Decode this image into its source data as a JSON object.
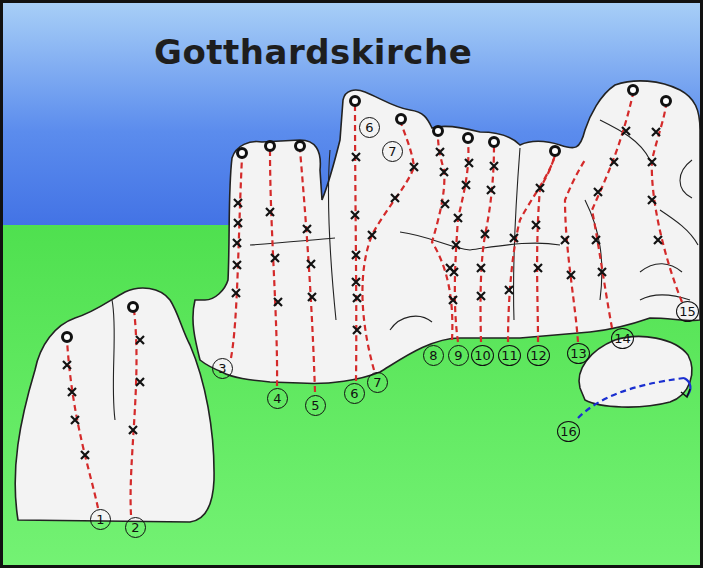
{
  "diagram": {
    "title": "Gotthardskirche",
    "labels": [
      "6",
      "7",
      "3",
      "15",
      "8",
      "9",
      "10",
      "11",
      "12",
      "13",
      "14",
      "4",
      "5",
      "6",
      "7",
      "16",
      "1",
      "2"
    ]
  }
}
